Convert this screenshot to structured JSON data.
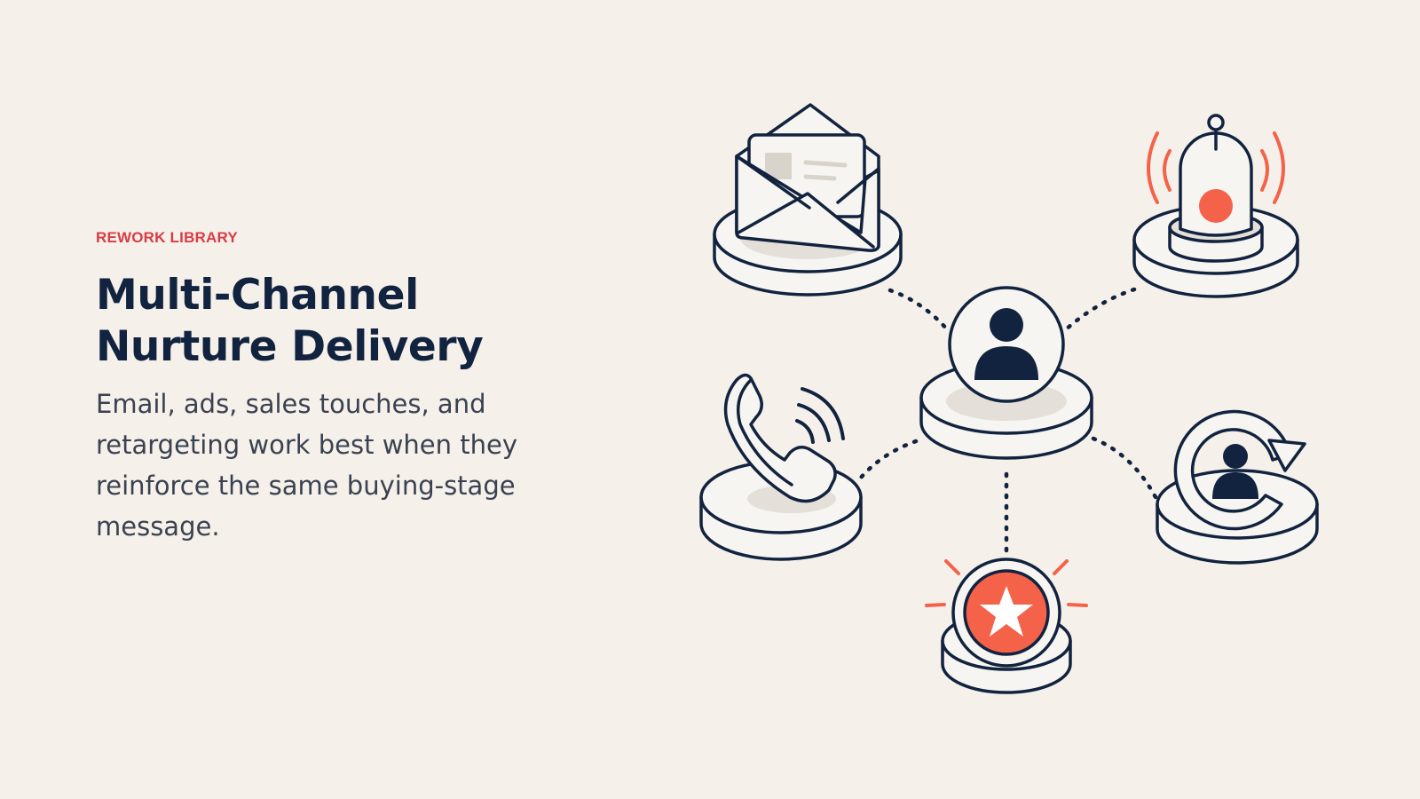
{
  "hero": {
    "eyebrow": "REWORK LIBRARY",
    "title_line1": "Multi-Channel",
    "title_line2": "Nurture Delivery",
    "description": "Email, ads, sales touches, and retargeting work best when they reinforce the same buying-stage message."
  },
  "colors": {
    "background": "#f5f1ea",
    "accent_red": "#d93b45",
    "coral": "#f4624a",
    "navy": "#12233f",
    "body_text": "#3a4150",
    "platform_fill": "#f7f5f1",
    "platform_shadow": "#e4dfd8"
  },
  "diagram": {
    "center": {
      "icon": "user-icon"
    },
    "channels": [
      {
        "id": "email",
        "icon": "envelope-icon"
      },
      {
        "id": "ads",
        "icon": "beacon-icon"
      },
      {
        "id": "sales",
        "icon": "phone-icon"
      },
      {
        "id": "retargeting",
        "icon": "user-refresh-icon"
      },
      {
        "id": "featured",
        "icon": "star-badge-icon"
      }
    ]
  }
}
